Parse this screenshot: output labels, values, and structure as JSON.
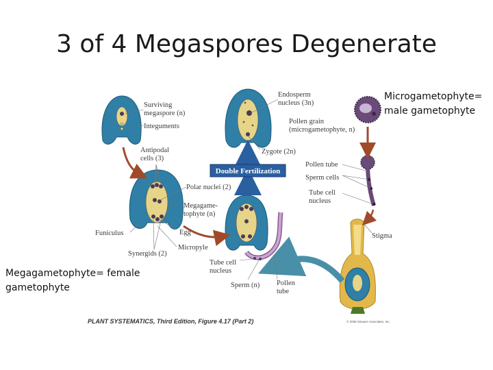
{
  "title": "3 of 4 Megaspores Degenerate",
  "notes": {
    "micro": "Microgametophyte=",
    "micro2": "male gametophyte",
    "mega": "Megagametophyte= female",
    "mega2": "gametophyte"
  },
  "diagram": {
    "labels": {
      "surviving1": "Surviving",
      "surviving2": "megaspore (n)",
      "integuments": "Integuments",
      "antipodal1": "Antipodal",
      "antipodal2": "cells (3)",
      "polar": "Polar nuclei (2)",
      "megagame1": "Megagame-",
      "megagame2": "tophyte (n)",
      "funiculus": "Funiculus",
      "egg": "Egg",
      "synergids": "Synergids (2)",
      "micropyle": "Micropyle",
      "endosperm1": "Endosperm",
      "endosperm2": "nucleus (3n)",
      "pollengrain1": "Pollen grain",
      "pollengrain2": "(microgametophyte, n)",
      "zygote": "Zygote (2n)",
      "double": "Double Fertilization",
      "pollentube": "Pollen tube",
      "spermcells": "Sperm cells",
      "tubecell1": "Tube cell",
      "tubecell2": "nucleus",
      "stigma": "Stigma",
      "tubecellB1": "Tube cell",
      "tubecellB2": "nucleus",
      "sperm": "Sperm (n)",
      "pollentubeB1": "Pollen",
      "pollentubeB2": "tube"
    }
  },
  "caption": "PLANT SYSTEMATICS, Third Edition, Figure 4.17 (Part 2)",
  "copyright": "© 2008 Sinauer Associates, Inc.",
  "colors": {
    "ovule_blue": "#2f7fa6",
    "embryo_sac": "#e6d488",
    "arrow_red": "#a04a2a",
    "banner_blue": "#2a5fa0",
    "pollen_purple": "#6a4a78",
    "arrow_teal": "#4a8fa8"
  }
}
